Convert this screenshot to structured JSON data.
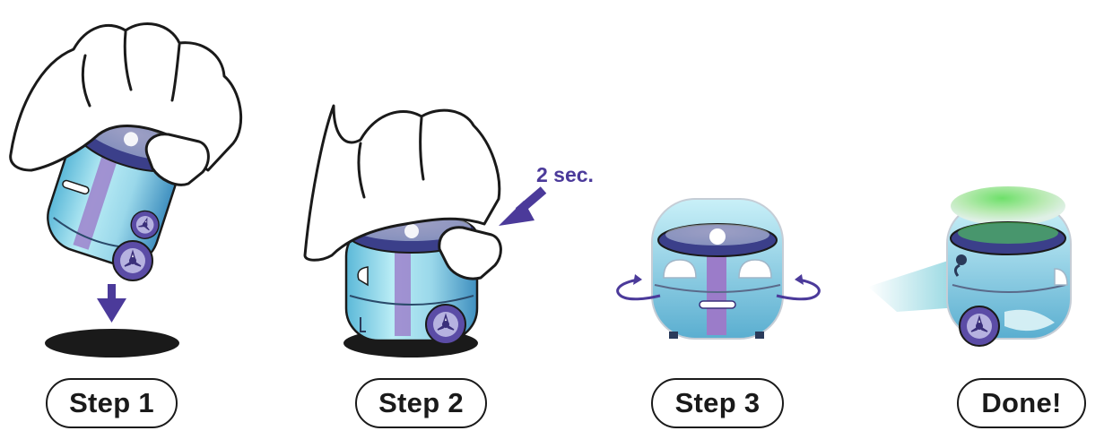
{
  "steps": [
    {
      "label": "Step 1"
    },
    {
      "label": "Step 2"
    },
    {
      "label": "Step 3"
    },
    {
      "label": "Done!"
    }
  ],
  "hold_note": "2 sec.",
  "colors": {
    "accent_purple": "#4b3a9a",
    "robot_teal": "#8ed8e8",
    "robot_glow": "#52d05a",
    "outline": "#1a1a1a"
  },
  "icons": [
    "hand-icon",
    "robot-icon",
    "down-arrow-icon",
    "press-arrow-icon",
    "rotate-arrow-icon",
    "motion-trail-icon"
  ]
}
